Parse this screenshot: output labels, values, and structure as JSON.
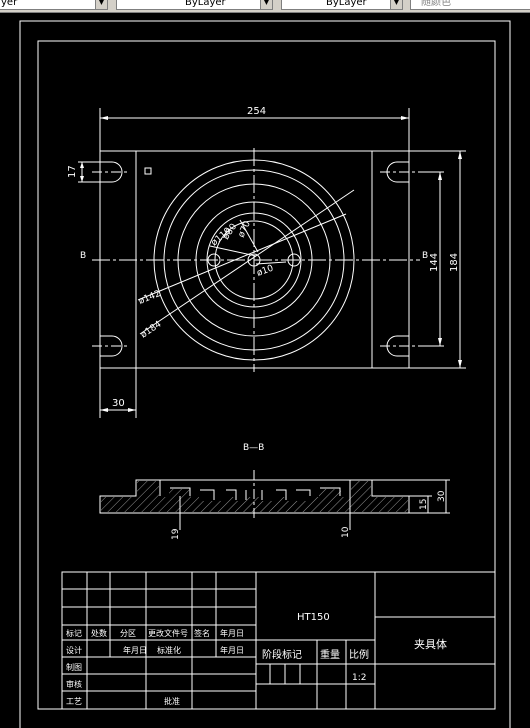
{
  "toolbar": {
    "layer_value": "yer",
    "linetype_value": "ByLayer",
    "lineweight_value": "ByLayer",
    "plotstyle_value": "随颜色"
  },
  "drawing": {
    "dim_width": "254",
    "dim_17": "17",
    "dim_30": "30",
    "dim_144": "144",
    "dim_184": "184",
    "dim_phi184": "ø184",
    "dim_phi142": "ø142",
    "dim_phi110": "ø110",
    "dim_phi80": "ø80",
    "dim_phi70": "ø70",
    "dim_phi10": "ø10",
    "section_mark_left": "B",
    "section_mark_right": "B",
    "section_title": "B—B",
    "dim_19": "19",
    "dim_10": "10",
    "dim_15": "15",
    "dim_30_right": "30"
  },
  "title_block": {
    "material": "HT150",
    "part_name": "夹具体",
    "scale": "1:2",
    "headers": [
      "标记",
      "处数",
      "分区",
      "更改文件号",
      "签名",
      "年月日"
    ],
    "row_design": [
      "设计",
      "年月日",
      "标准化",
      "年月日"
    ],
    "label_draw": "制图",
    "label_check": "审核",
    "label_process": "工艺",
    "label_approve": "批准",
    "label_stage": "阶段标记",
    "label_weight": "重量",
    "label_scale": "比例"
  }
}
